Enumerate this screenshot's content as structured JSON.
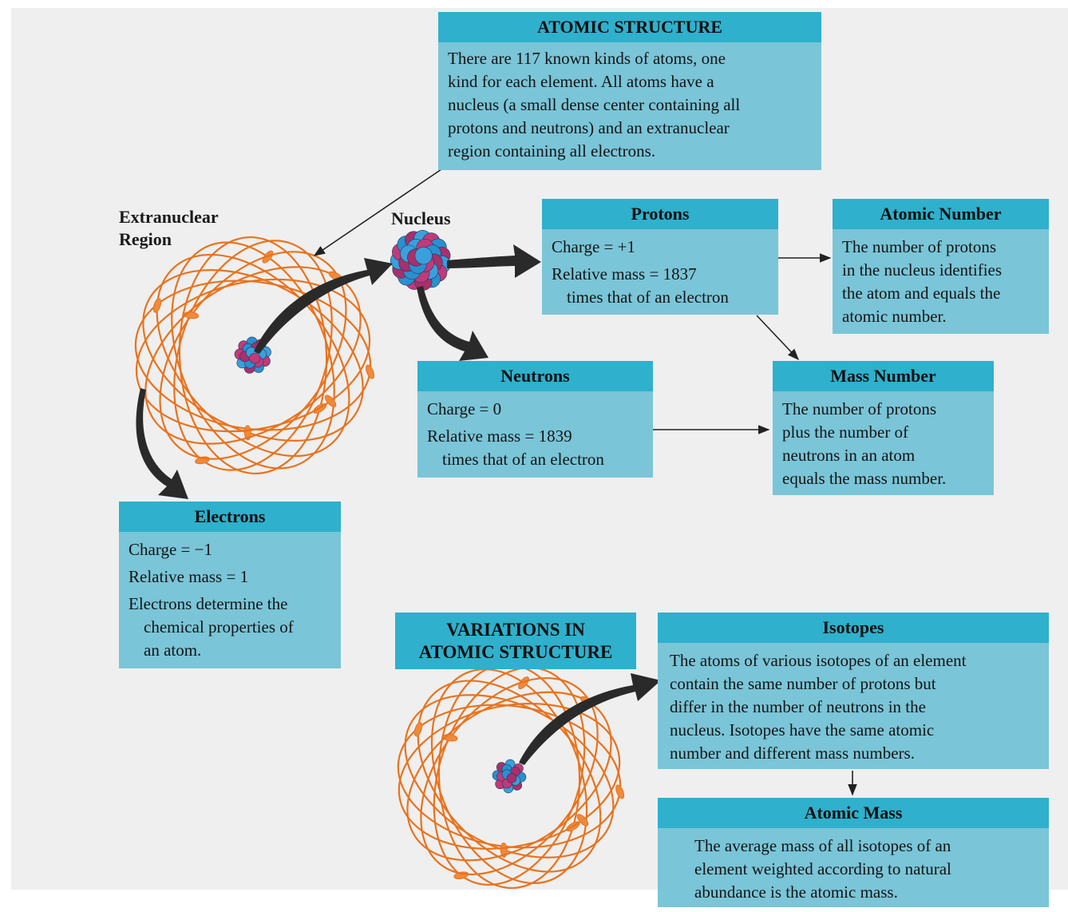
{
  "colors": {
    "box_body": "#7ac5d8",
    "box_header": "#2fb0cc",
    "orbit": "#e8731e",
    "arrow": "#2a2a2a"
  },
  "atomic_structure": {
    "title": "ATOMIC STRUCTURE",
    "lines": [
      "There are 117 known kinds of atoms, one",
      "kind for each element. All atoms have a",
      "nucleus (a small dense center containing all",
      "protons and neutrons) and an extranuclear",
      "region containing all electrons."
    ]
  },
  "labels": {
    "extranuclear_1": "Extranuclear",
    "extranuclear_2": "Region",
    "nucleus": "Nucleus"
  },
  "protons": {
    "title": "Protons",
    "charge": "Charge = +1",
    "mass_1": "Relative mass = 1837",
    "mass_2": "times that of an electron"
  },
  "atomic_number": {
    "title": "Atomic Number",
    "lines": [
      "The number of protons",
      "in the nucleus identifies",
      "the atom and equals the",
      "atomic number."
    ]
  },
  "neutrons": {
    "title": "Neutrons",
    "charge": "Charge = 0",
    "mass_1": "Relative mass = 1839",
    "mass_2": "times that of an electron"
  },
  "mass_number": {
    "title": "Mass Number",
    "lines": [
      "The number of protons",
      "plus the number of",
      "neutrons in an atom",
      "equals the mass number."
    ]
  },
  "electrons": {
    "title": "Electrons",
    "charge": "Charge = −1",
    "mass": "Relative mass = 1",
    "desc_1": "Electrons determine the",
    "desc_2": "chemical properties of",
    "desc_3": "an atom."
  },
  "variations": {
    "line_1": "VARIATIONS IN",
    "line_2": "ATOMIC STRUCTURE"
  },
  "isotopes": {
    "title": "Isotopes",
    "lines": [
      "The atoms of various isotopes of an element",
      "contain the same number of protons but",
      "differ in the number of neutrons in the",
      "nucleus. Isotopes have the same atomic",
      "number and different mass numbers."
    ]
  },
  "atomic_mass": {
    "title": "Atomic Mass",
    "lines": [
      "The average mass of all isotopes of an",
      "element weighted according to natural",
      "abundance is the atomic mass."
    ]
  }
}
